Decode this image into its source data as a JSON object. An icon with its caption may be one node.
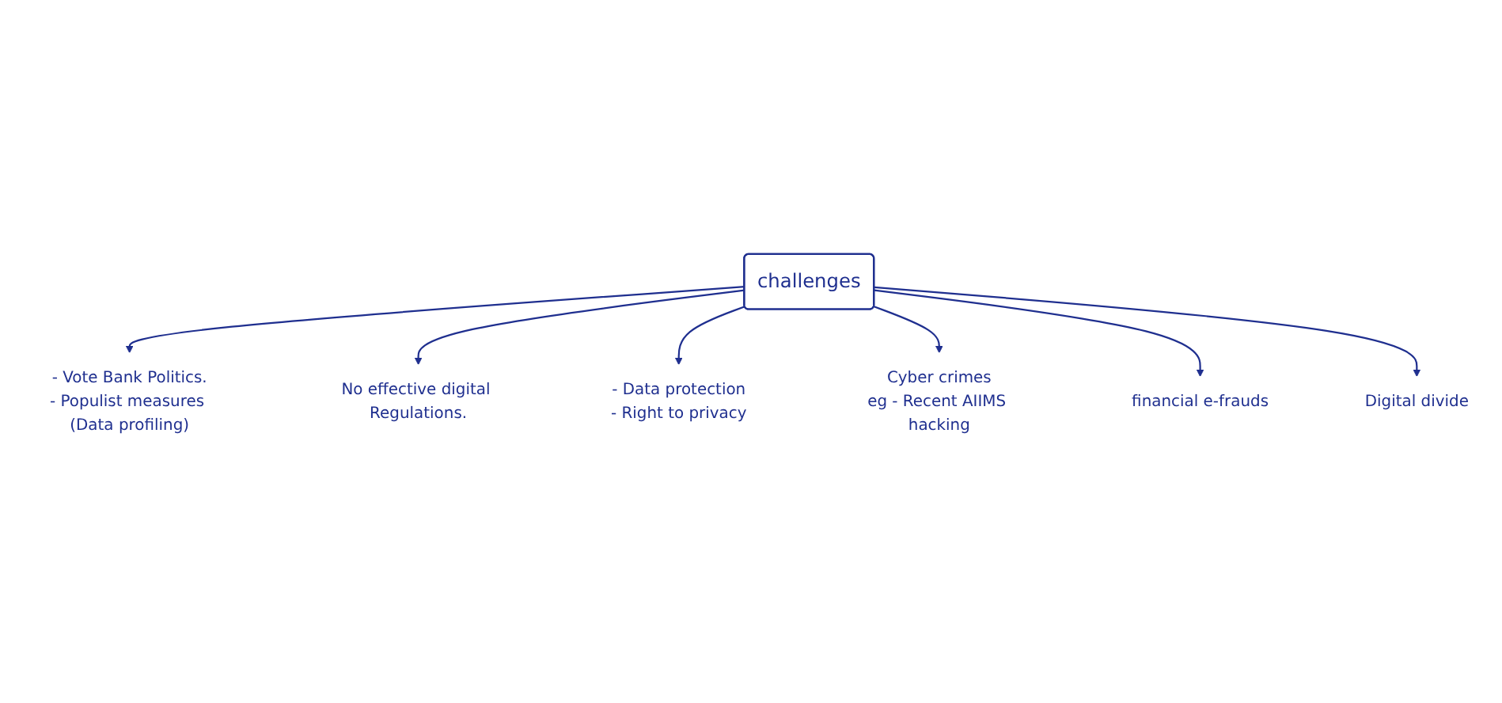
{
  "diagram": {
    "nodes": [
      {
        "text": [
          "challenges"
        ]
      },
      {
        "text": [
          "- Vote Bank Politics.",
          "- Populist measures (Data profiling)"
        ]
      },
      {
        "text": [
          "No effective digital Regulations."
        ]
      },
      {
        "text": [
          "- Data protection",
          "- Right to privacy"
        ]
      },
      {
        "text": [
          "Cyber crimes",
          "eg - Recent AIIMS hacking"
        ]
      },
      {
        "text": [
          "financial e-frauds"
        ]
      },
      {
        "text": [
          "Digital divide"
        ]
      }
    ],
    "edges": [
      {
        "from": 0,
        "to": 1,
        "arrow": "to"
      },
      {
        "from": 0,
        "to": 2,
        "arrow": "to"
      },
      {
        "from": 0,
        "to": 3,
        "arrow": "to"
      },
      {
        "from": 0,
        "to": 4,
        "arrow": "to"
      },
      {
        "from": 0,
        "to": 5,
        "arrow": "to"
      },
      {
        "from": 0,
        "to": 6,
        "arrow": "to"
      }
    ]
  }
}
